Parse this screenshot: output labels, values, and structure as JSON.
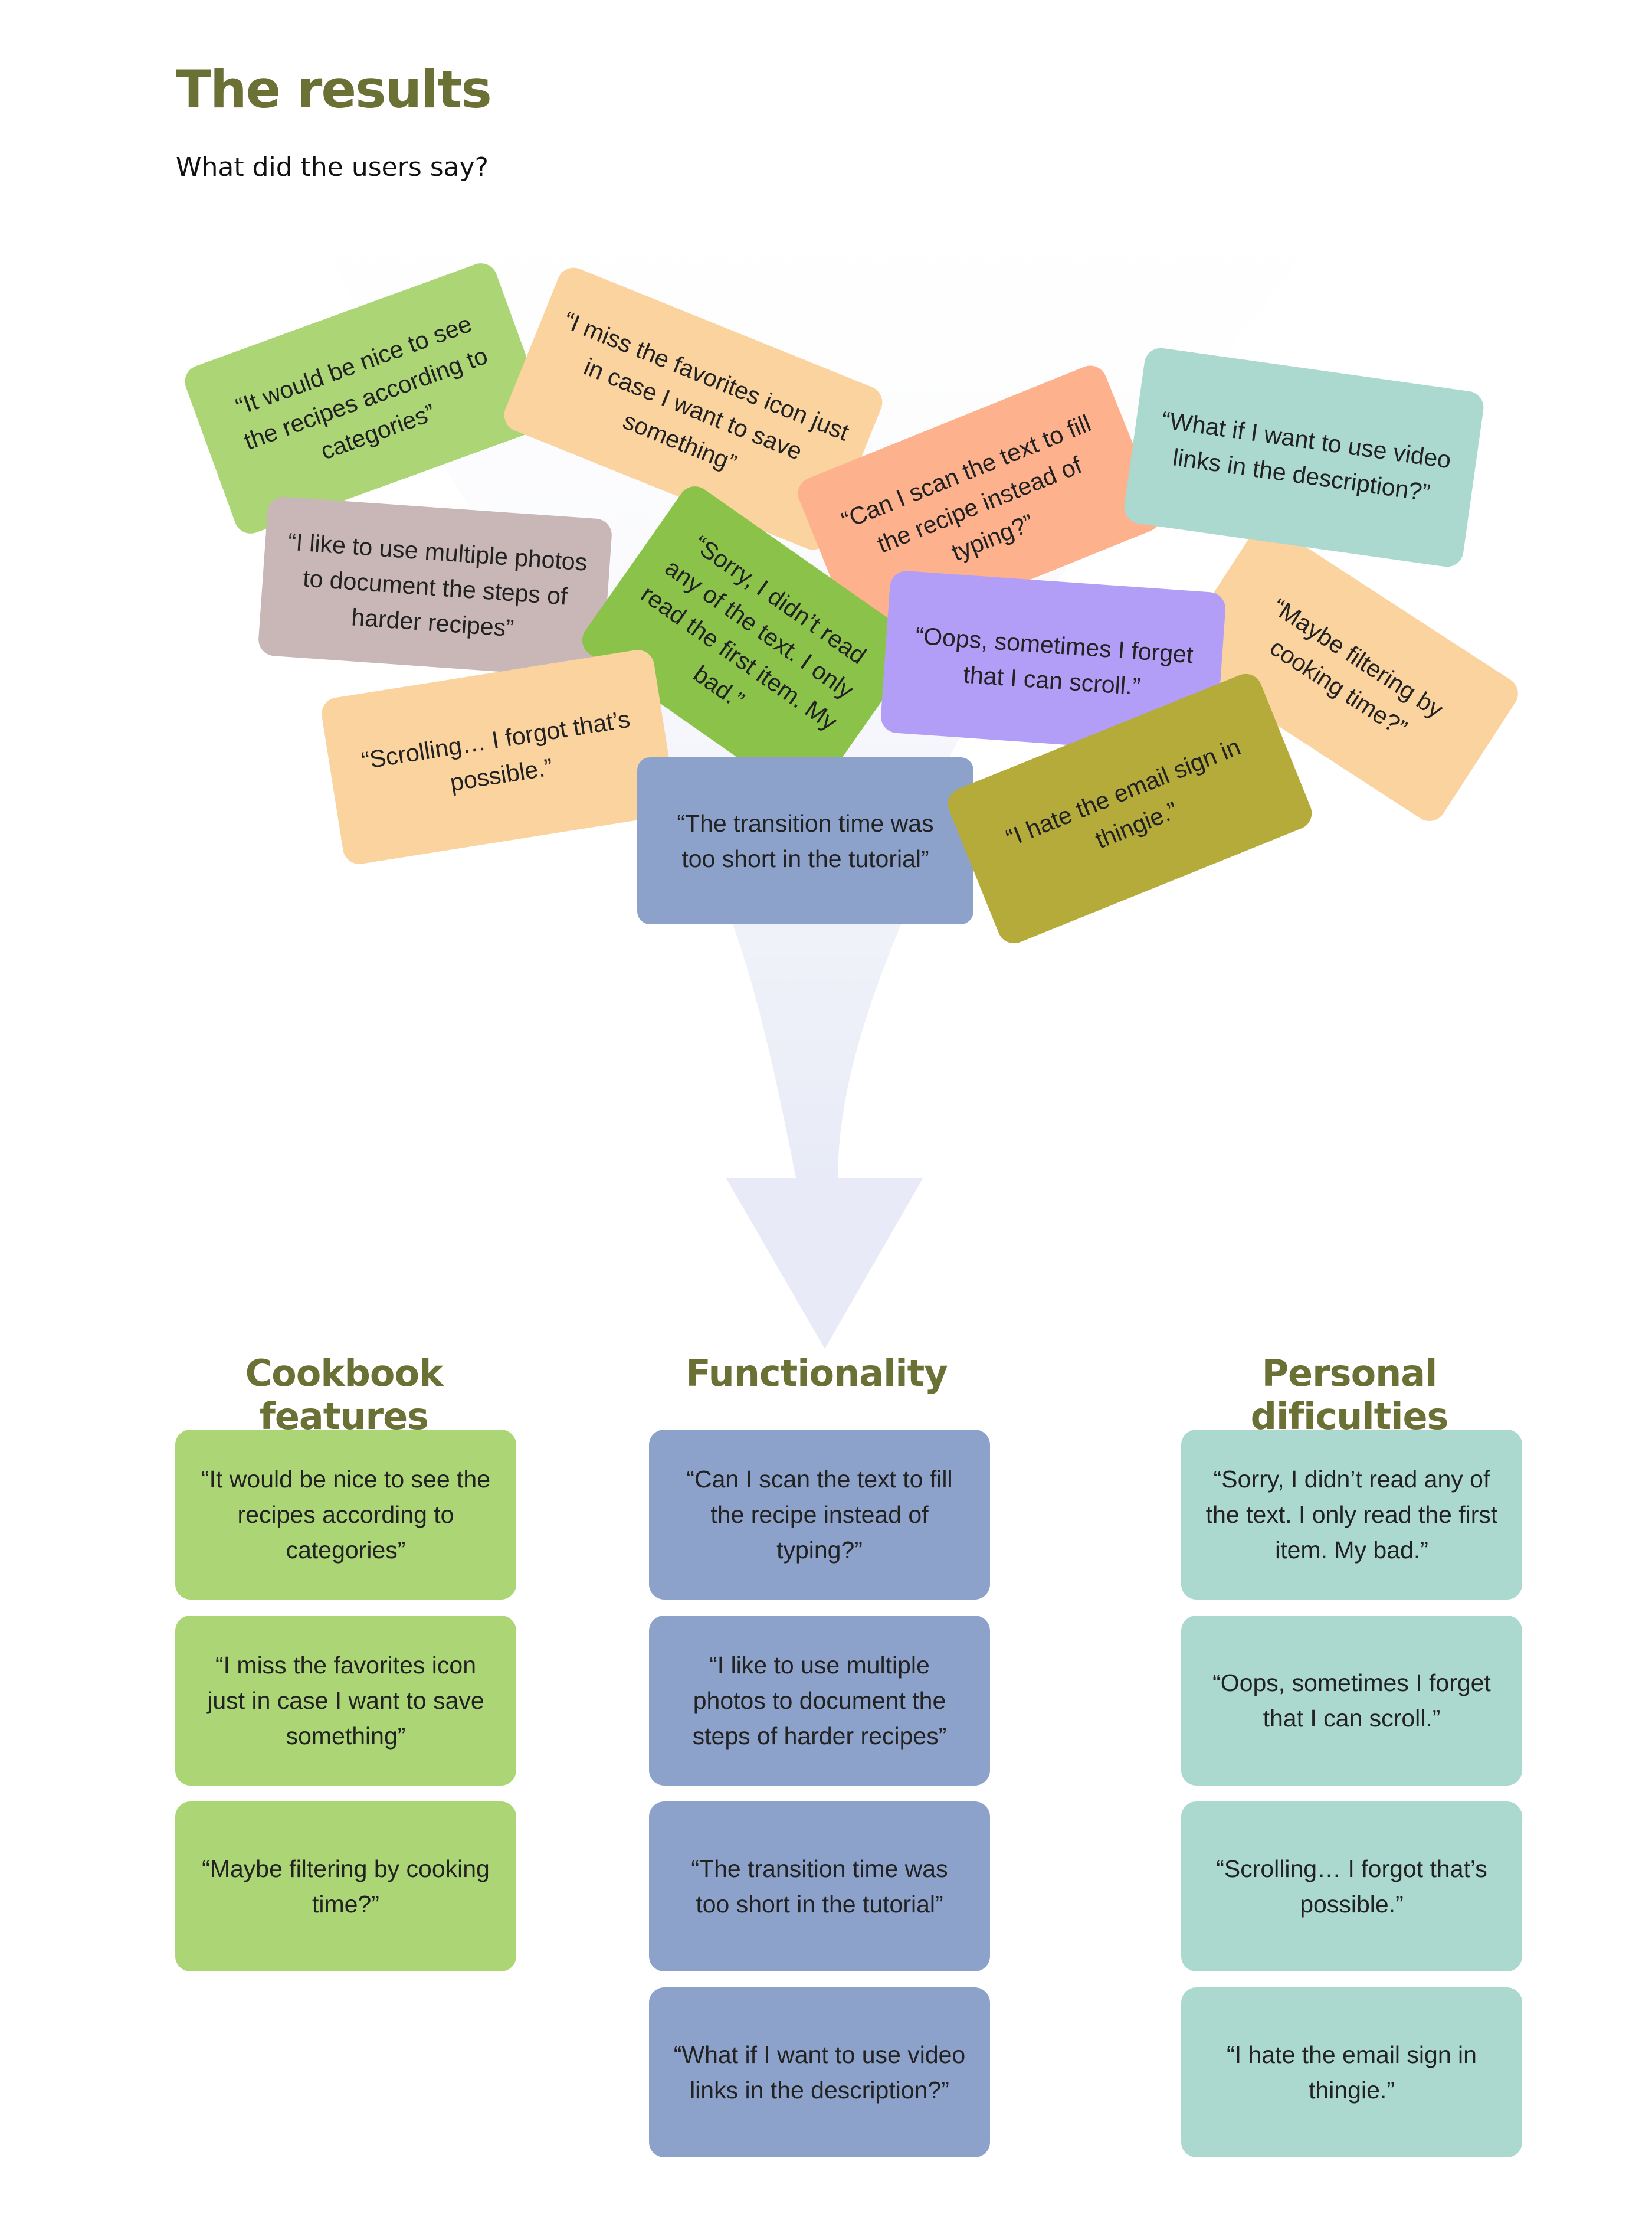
{
  "title": "The results",
  "subtitle": "What did the users say?",
  "colors": {
    "heading": "#6b7035",
    "green": "#acd575",
    "blue": "#8da2ca",
    "teal": "#abd9cf",
    "funnel_fill": "#e8ebf7"
  },
  "scatter_notes": [
    "“It would be nice to see the recipes according to categories”",
    "“I miss the favorites icon just in case I want to save something”",
    "“Can I scan the text to fill the recipe instead of typing?”",
    "“What if I want to use video links in the description?”",
    "“I like to use multiple photos to document the steps of harder recipes”",
    "“Sorry, I didn’t read any of the text. I only read the first item. My bad.”",
    "“Maybe filtering by cooking time?”",
    "“Oops, sometimes I forget that I can scroll.”",
    "“Scrolling… I forgot that’s possible.”",
    "“The transition time was too short in the tutorial”",
    "“I hate the email sign in thingie.”"
  ],
  "columns": [
    {
      "title": "Cookbook features",
      "items": [
        "“It would be nice to see the recipes according to categories”",
        "“I miss the favorites icon just in case I want to save something”",
        "“Maybe filtering by cooking time?”"
      ]
    },
    {
      "title": "Functionality",
      "items": [
        "“Can I scan the text to fill the recipe instead of typing?”",
        "“I like to use multiple photos to document the steps of harder recipes”",
        "“The transition time was too short in the tutorial”",
        "“What if I want to use video links in the description?”"
      ]
    },
    {
      "title": "Personal dificulties",
      "items": [
        "“Sorry, I didn’t read any of the text. I only read the first item. My bad.”",
        "“Oops, sometimes I forget that I can scroll.”",
        "“Scrolling… I forgot that’s possible.”",
        "“I hate the email sign in thingie.”"
      ]
    }
  ]
}
